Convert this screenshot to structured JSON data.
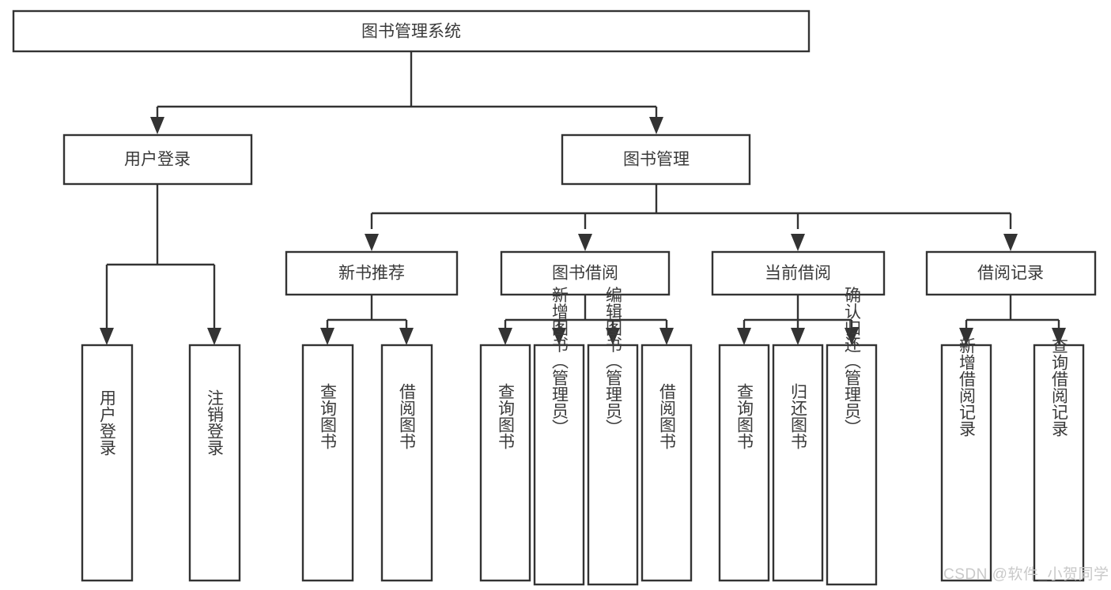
{
  "diagram": {
    "title": "图书管理系统",
    "type": "tree-hierarchy",
    "watermark": "CSDN @软件_小贺同学",
    "colors": {
      "stroke": "#333333",
      "box_fill": "#ffffff",
      "text": "#3a3a3a",
      "watermark": "#c9c9c9",
      "background": "#ffffff"
    },
    "root": {
      "label": "图书管理系统"
    },
    "level2": [
      {
        "label": "用户登录"
      },
      {
        "label": "图书管理"
      }
    ],
    "level3": [
      {
        "label": "新书推荐"
      },
      {
        "label": "图书借阅"
      },
      {
        "label": "当前借阅"
      },
      {
        "label": "借阅记录"
      }
    ],
    "leaves": {
      "user_login": [
        {
          "label": "用户登录"
        },
        {
          "label": "注销登录"
        }
      ],
      "new_book_recommend": [
        {
          "label": "查询图书"
        },
        {
          "label": "借阅图书"
        }
      ],
      "book_borrow": [
        {
          "label": "查询图书"
        },
        {
          "label": "新增图书（管理员）"
        },
        {
          "label": "编辑图书（管理员）"
        },
        {
          "label": "借阅图书"
        }
      ],
      "current_borrow": [
        {
          "label": "查询图书"
        },
        {
          "label": "归还图书"
        },
        {
          "label": "确认归还（管理员）"
        }
      ],
      "borrow_record": [
        {
          "label": "新增借阅记录"
        },
        {
          "label": "查询借阅记录"
        }
      ]
    }
  }
}
